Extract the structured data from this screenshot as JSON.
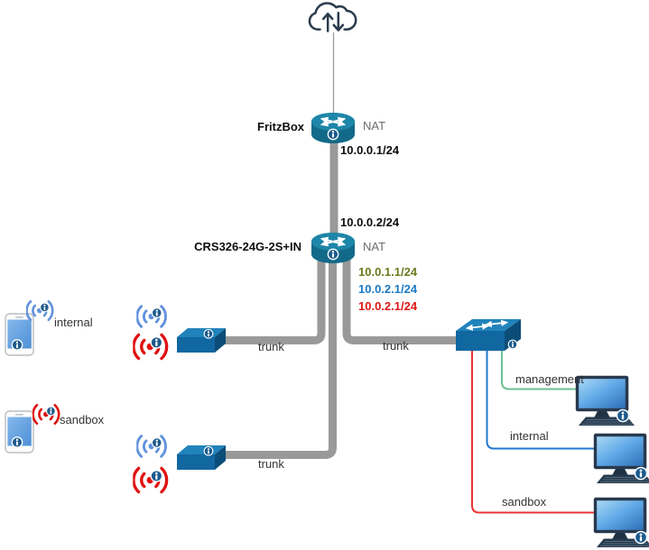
{
  "diagram_title": "home-network-topology",
  "wan": {
    "fritzbox_label": "FritzBox",
    "fritzbox_nat": "NAT",
    "fritzbox_lan_ip": "10.0.0.1/24",
    "crs_wan_ip": "10.0.0.2/24"
  },
  "core": {
    "crs_label": "CRS326-24G-2S+IN",
    "crs_nat": "NAT",
    "vlan_ip_green": "10.0.1.1/24",
    "vlan_ip_blue": "10.0.2.1/24",
    "vlan_ip_red": "10.0.2.1/24"
  },
  "links": {
    "trunk_ap1": "trunk",
    "trunk_ap2": "trunk",
    "trunk_switch": "trunk"
  },
  "wireless": {
    "phone1_label": "internal",
    "phone2_label": "sandbox"
  },
  "wired": {
    "management_label": "management",
    "internal_label": "internal",
    "sandbox_label": "sandbox"
  },
  "icons": {
    "cloud": "cloud-updown-icon",
    "router": "router-icon",
    "access_point": "access-point-icon",
    "switch": "switch-icon",
    "computer": "desktop-computer-icon",
    "phone": "smartphone-icon",
    "wifi": "wifi-signal-icon",
    "info": "info-badge-icon"
  },
  "colors": {
    "trunk_line": "#999999",
    "thin_uplink_line": "#9a9a9a",
    "management_line": "#6cc092",
    "internal_line": "#1f79d2",
    "sandbox_line": "#ea3434",
    "router_teal": "#1e86a8",
    "node_blue_front": "#1167a0",
    "node_blue_top": "#2183bb",
    "node_blue_side": "#0b4d78",
    "wifi_blue": "#6292dd",
    "wifi_red": "#e01111",
    "badge_blue": "#1c5a8c",
    "cloud_outline": "#2c3b4e",
    "ip_green_text": "#6b7a1e",
    "ip_blue_text": "#1a7ac6",
    "ip_red_text": "#e01616"
  }
}
